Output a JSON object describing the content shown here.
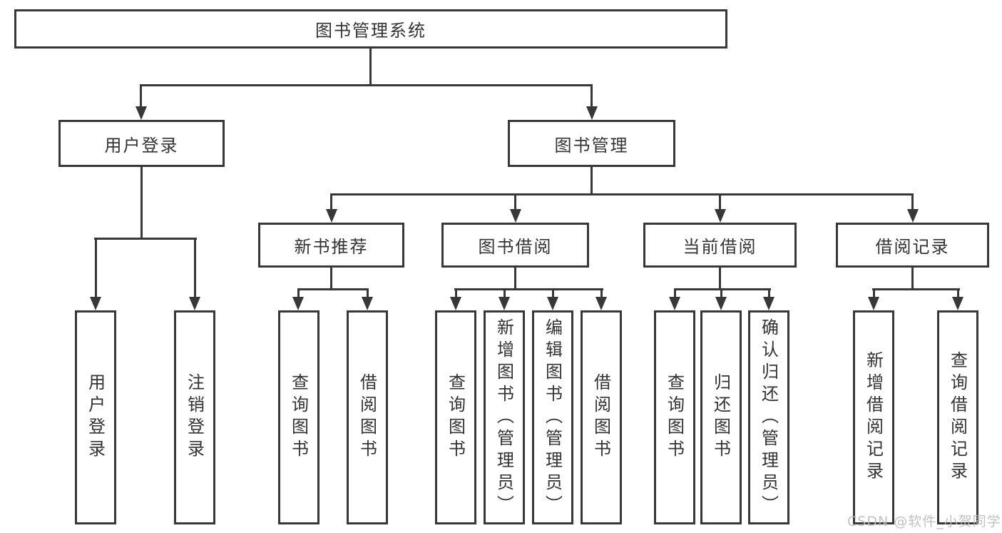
{
  "diagram": {
    "root": {
      "label": "图书管理系统"
    },
    "level2": [
      {
        "label": "用户登录"
      },
      {
        "label": "图书管理"
      }
    ],
    "level3": [
      {
        "label": "新书推荐"
      },
      {
        "label": "图书借阅"
      },
      {
        "label": "当前借阅"
      },
      {
        "label": "借阅记录"
      }
    ],
    "leaves": [
      {
        "label": "用户登录"
      },
      {
        "label": "注销登录"
      },
      {
        "label": "查询图书"
      },
      {
        "label": "借阅图书"
      },
      {
        "label": "查询图书"
      },
      {
        "label": "新增图书（管理员）"
      },
      {
        "label": "编辑图书（管理员）"
      },
      {
        "label": "借阅图书"
      },
      {
        "label": "查询图书"
      },
      {
        "label": "归还图书"
      },
      {
        "label": "确认归还（管理员）"
      },
      {
        "label": "新增借阅记录"
      },
      {
        "label": "查询借阅记录"
      }
    ],
    "colors": {
      "line": "#383838",
      "text": "#333333",
      "background": "#ffffff",
      "watermark": "#bcbcbc"
    }
  },
  "watermark": {
    "text": "CSDN @软件_小贺同学"
  }
}
